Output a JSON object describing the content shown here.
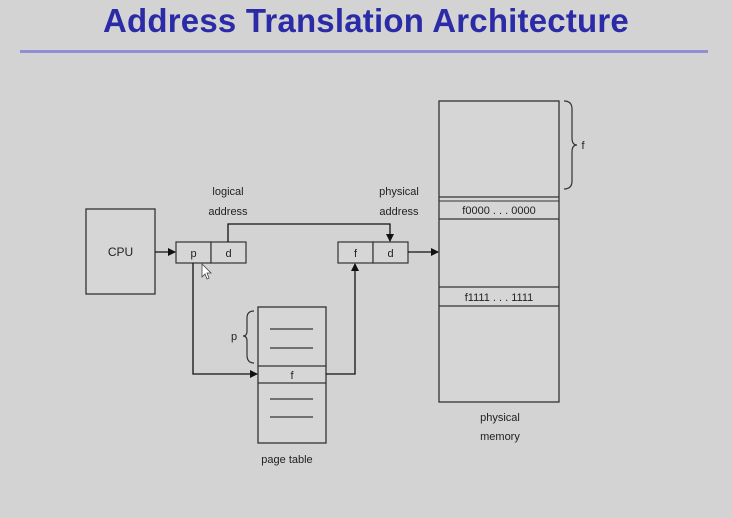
{
  "slide": {
    "title": "Address Translation Architecture"
  },
  "diagram": {
    "cpu_label": "CPU",
    "logical_address": {
      "line1": "logical",
      "line2": "address",
      "page_field": "p",
      "offset_field": "d"
    },
    "physical_address": {
      "line1": "physical",
      "line2": "address",
      "frame_field": "f",
      "offset_field": "d"
    },
    "page_table": {
      "index_label": "p",
      "entry": "f",
      "caption": "page table"
    },
    "physical_memory": {
      "frame_start": "f0000 . . . 0000",
      "frame_end": "f1111 . . . 1111",
      "brace_label": "f",
      "caption_line1": "physical",
      "caption_line2": "memory"
    }
  }
}
